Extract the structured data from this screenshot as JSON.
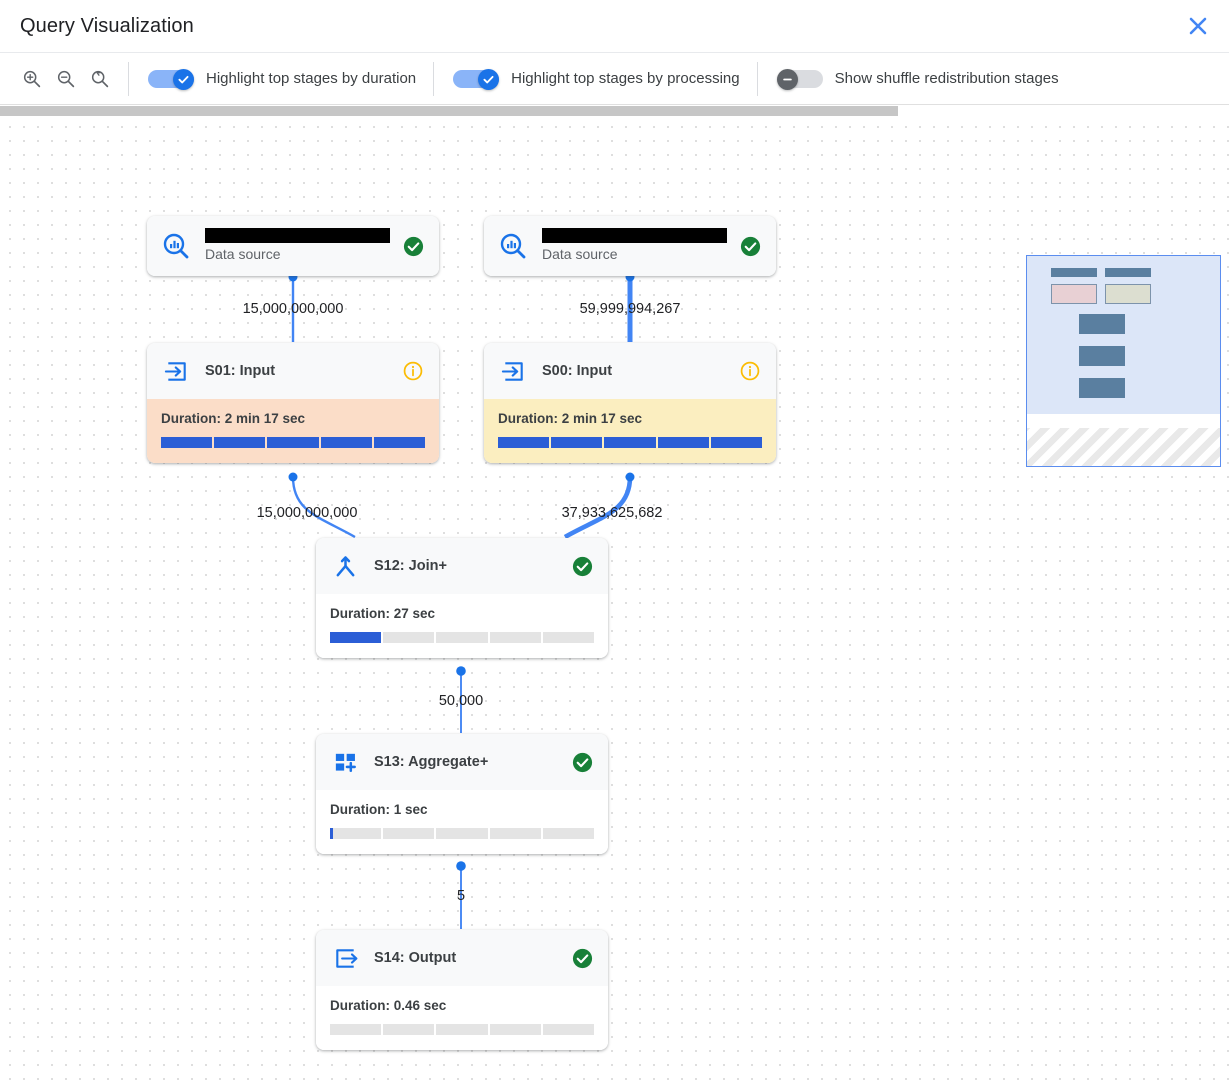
{
  "header": {
    "title": "Query Visualization",
    "close_icon": "close-icon"
  },
  "toolbar": {
    "zoom_in_icon": "zoom-in-icon",
    "zoom_out_icon": "zoom-out-icon",
    "zoom_reset_icon": "zoom-reset-icon",
    "toggles": [
      {
        "label": "Highlight top stages by duration",
        "on": true
      },
      {
        "label": "Highlight top stages by processing",
        "on": true
      },
      {
        "label": "Show shuffle redistribution stages",
        "on": false
      }
    ]
  },
  "colors": {
    "accent_blue": "#1a73e8",
    "bar_blue": "#2b5ed6",
    "success_green": "#1e8e3e",
    "info_amber": "#fbbc04",
    "highlight_duration": "#fbddc8",
    "highlight_processing": "#fbeec0",
    "canvas_dot": "#d8d8d8"
  },
  "graph": {
    "nodes": [
      {
        "id": "ds-left",
        "kind": "data-source",
        "icon": "data-source-search-icon",
        "title_redacted": true,
        "subtitle": "Data source",
        "status": "success"
      },
      {
        "id": "ds-right",
        "kind": "data-source",
        "icon": "data-source-search-icon",
        "title_redacted": true,
        "subtitle": "Data source",
        "status": "success"
      },
      {
        "id": "s01",
        "kind": "stage",
        "icon": "input-arrow-icon",
        "title": "S01: Input",
        "status": "info",
        "duration_label": "Duration: 2 min 17 sec",
        "progress_pct": 100,
        "highlight": "duration"
      },
      {
        "id": "s00",
        "kind": "stage",
        "icon": "input-arrow-icon",
        "title": "S00: Input",
        "status": "info",
        "duration_label": "Duration: 2 min 17 sec",
        "progress_pct": 100,
        "highlight": "processing"
      },
      {
        "id": "s12",
        "kind": "stage",
        "icon": "join-merge-icon",
        "title": "S12: Join+",
        "status": "success",
        "duration_label": "Duration: 27 sec",
        "progress_pct": 20,
        "highlight": "none"
      },
      {
        "id": "s13",
        "kind": "stage",
        "icon": "aggregate-squares-icon",
        "title": "S13: Aggregate+",
        "status": "success",
        "duration_label": "Duration: 1 sec",
        "progress_pct": 1,
        "highlight": "none"
      },
      {
        "id": "s14",
        "kind": "stage",
        "icon": "output-arrow-icon",
        "title": "S14: Output",
        "status": "success",
        "duration_label": "Duration: 0.46 sec",
        "progress_pct": 0,
        "highlight": "none"
      }
    ],
    "edges": [
      {
        "from": "ds-left",
        "to": "s01",
        "label": "15,000,000,000"
      },
      {
        "from": "ds-right",
        "to": "s00",
        "label": "59,999,994,267"
      },
      {
        "from": "s01",
        "to": "s12",
        "label": "15,000,000,000"
      },
      {
        "from": "s00",
        "to": "s12",
        "label": "37,933,625,682"
      },
      {
        "from": "s12",
        "to": "s13",
        "label": "50,000"
      },
      {
        "from": "s13",
        "to": "s14",
        "label": "5"
      }
    ]
  },
  "minimap": {
    "name": "graph-minimap"
  }
}
